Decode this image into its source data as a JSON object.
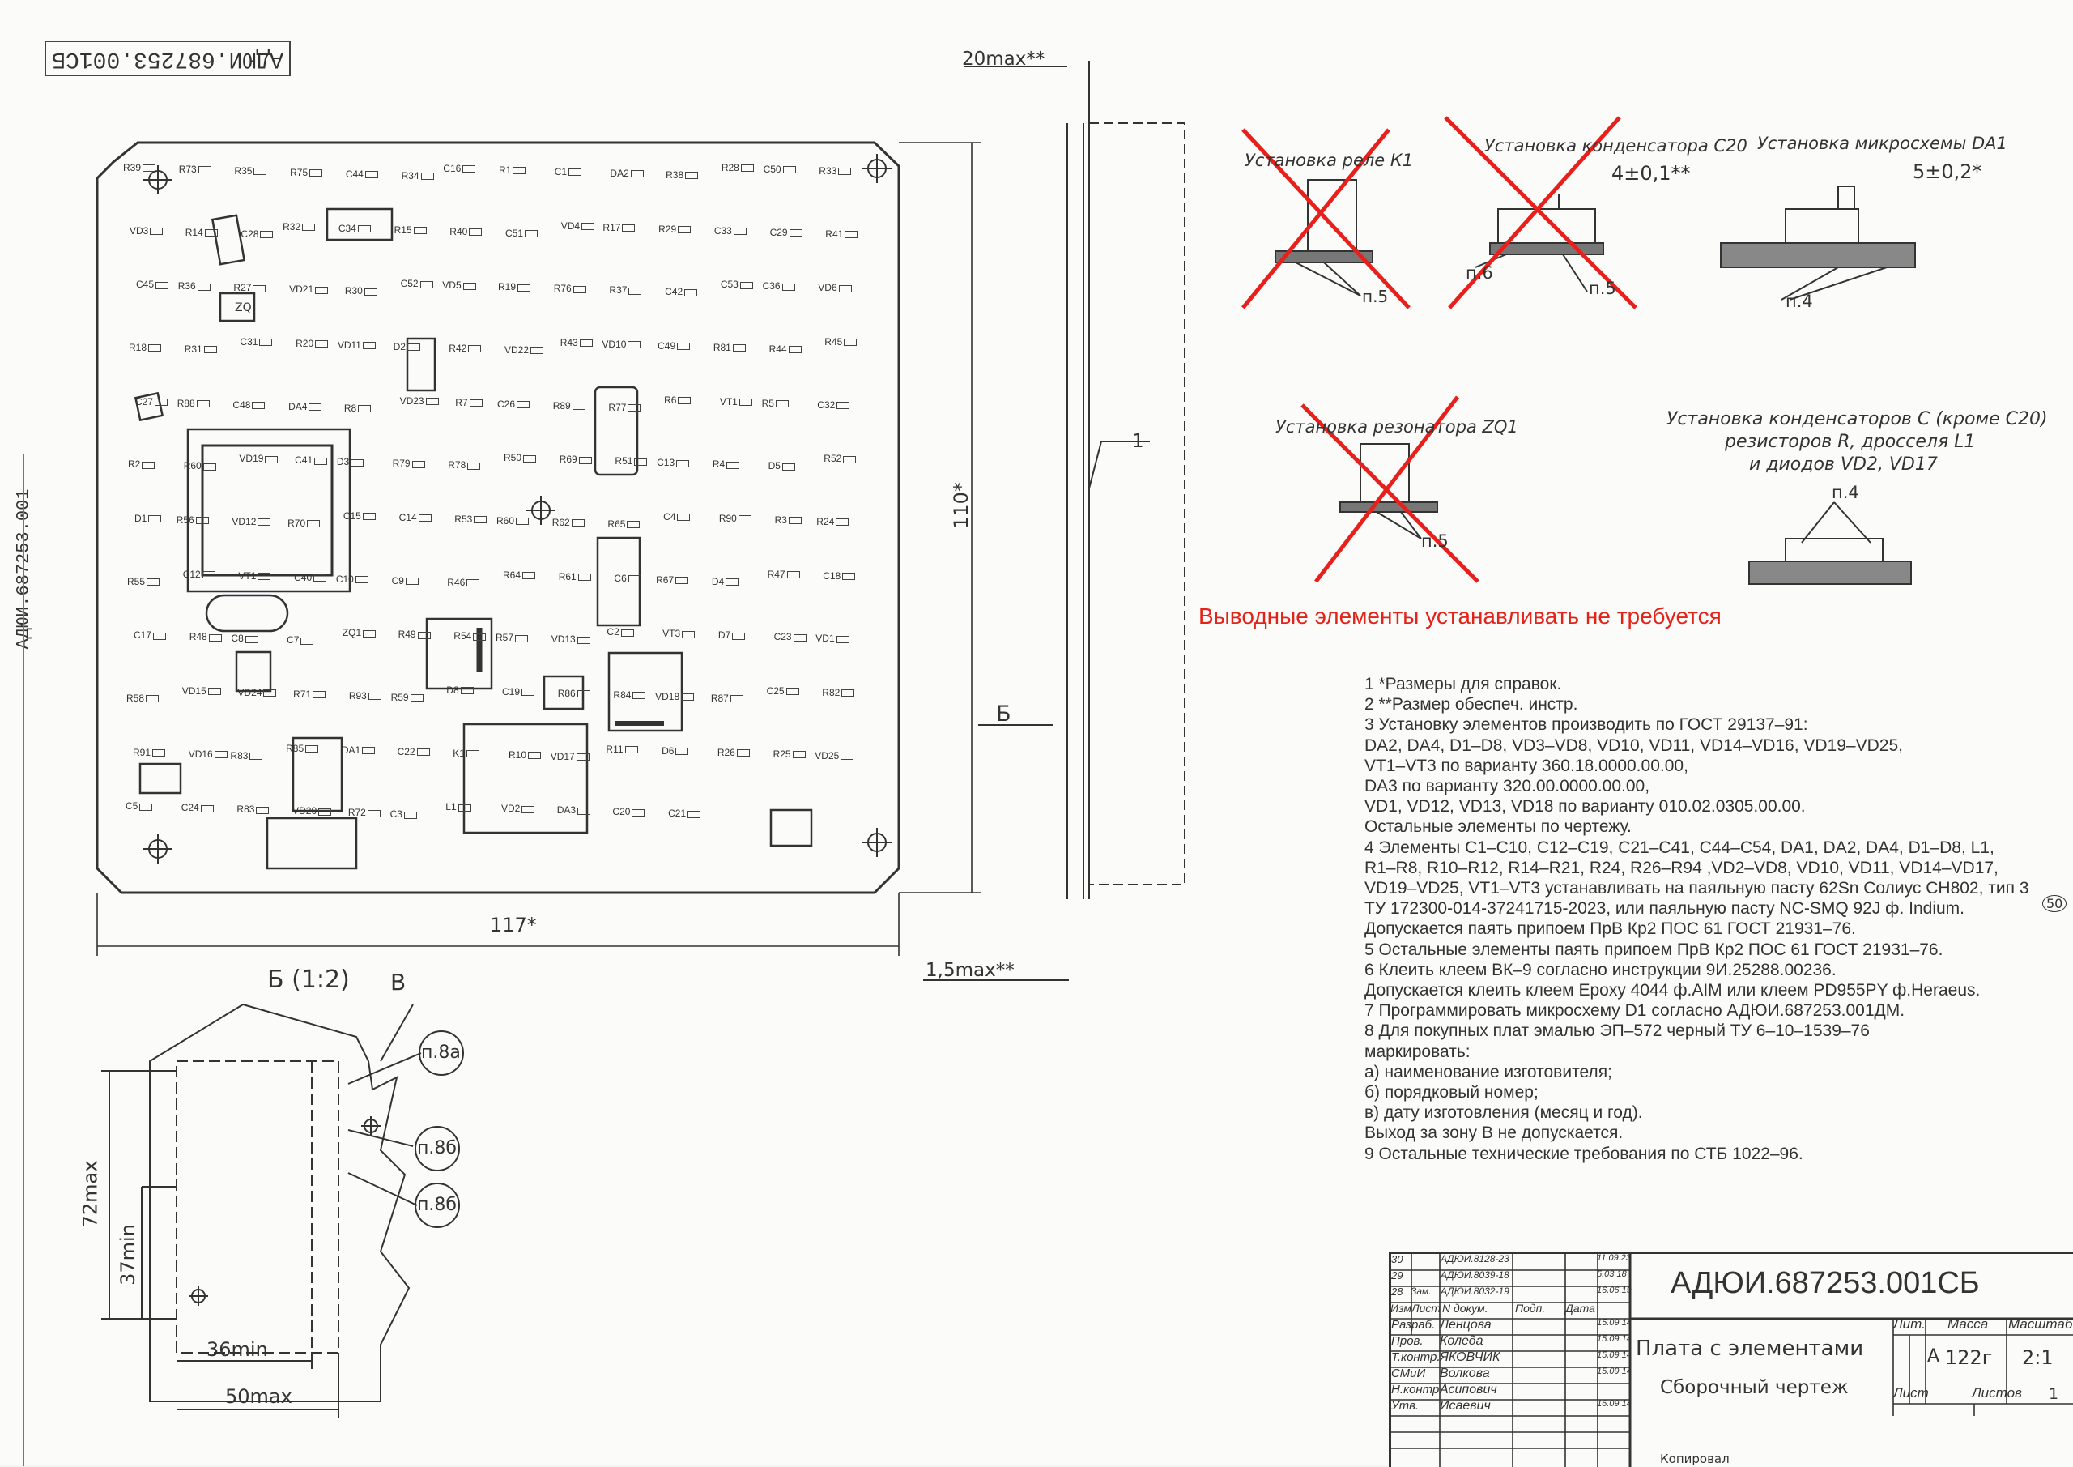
{
  "stamp_top": "АДЮИ.687253.001СБ",
  "side_code": "АДЮИ.687253.001",
  "board": {
    "dims": {
      "width": "117*",
      "height": "110*",
      "thickness_max": "20max**",
      "min_gap": "1,5max**"
    },
    "callout_1": "1",
    "section_mark": "Б",
    "components": [
      "R39",
      "R73",
      "R35",
      "R75",
      "C44",
      "R34",
      "C16",
      "R1",
      "C1",
      "DA2",
      "R38",
      "R28",
      "C50",
      "R33",
      "VD3",
      "R14",
      "C28",
      "R32",
      "C34",
      "R15",
      "R40",
      "C51",
      "VD4",
      "R17",
      "R29",
      "C33",
      "C29",
      "R41",
      "C45",
      "R36",
      "R27",
      "VD21",
      "R30",
      "C52",
      "VD5",
      "R19",
      "R76",
      "R37",
      "C42",
      "C53",
      "C36",
      "VD6",
      "R18",
      "R31",
      "C31",
      "R20",
      "VD11",
      "D2",
      "R42",
      "VD22",
      "R43",
      "VD10",
      "C49",
      "R81",
      "R44",
      "R45",
      "C27",
      "R88",
      "C48",
      "DA4",
      "R8",
      "VD23",
      "R7",
      "C26",
      "R89",
      "R77",
      "R6",
      "VT1",
      "R5",
      "C32",
      "R2",
      "R60",
      "VD19",
      "C41",
      "D3",
      "R79",
      "R78",
      "R50",
      "R69",
      "R51",
      "C13",
      "R4",
      "D5",
      "R52",
      "D1",
      "R56",
      "VD12",
      "R70",
      "C15",
      "C14",
      "R53",
      "R60",
      "R62",
      "R65",
      "C4",
      "R90",
      "R3",
      "R24",
      "R55",
      "C12",
      "VT1",
      "C40",
      "C10",
      "C9",
      "R46",
      "R64",
      "R61",
      "C6",
      "R67",
      "D4",
      "R47",
      "C18",
      "C17",
      "R48",
      "C8",
      "C7",
      "ZQ1",
      "R49",
      "R54",
      "R57",
      "VD13",
      "C2",
      "VT3",
      "D7",
      "C23",
      "VD1",
      "R58",
      "VD15",
      "VD24",
      "R71",
      "R93",
      "R59",
      "D8",
      "C19",
      "R86",
      "R84",
      "VD18",
      "R87",
      "C25",
      "R82",
      "R91",
      "VD16",
      "R83",
      "R85",
      "DA1",
      "C22",
      "K1",
      "R10",
      "VD17",
      "R11",
      "D6",
      "R26",
      "R25",
      "VD25",
      "C5",
      "C24",
      "R83",
      "VD20",
      "R72",
      "C3",
      "L1",
      "VD2",
      "DA3",
      "C20",
      "C21"
    ]
  },
  "detail": {
    "title": "Б (1:2)",
    "zone": "В",
    "callouts": [
      "п.8а",
      "п.8б",
      "п.8б"
    ],
    "dims": {
      "h_max": "72max",
      "h_min": "37min",
      "w_min": "36min",
      "w_max": "50max"
    }
  },
  "installs": [
    {
      "title": "Установка реле К1",
      "ref": "п.5",
      "crossed": true
    },
    {
      "title": "Установка конденсатора С20",
      "dim": "4±0,1**",
      "refs": [
        "п.6",
        "п.5"
      ],
      "crossed": true
    },
    {
      "title": "Установка микросхемы DA1",
      "dim": "5±0,2*",
      "ref": "п.4",
      "crossed": false
    },
    {
      "title": "Установка резонатора ZQ1",
      "ref": "п.5",
      "crossed": true
    },
    {
      "title": "Установка конденсаторов С (кроме С20)",
      "subtitle": "резисторов R, дросселя L1",
      "subtitle2": "и диодов VD2, VD17",
      "ref": "п.4",
      "crossed": false
    }
  ],
  "red_note": "Выводные элементы устанавливать не требуется",
  "notes": [
    "1 *Размеры для справок.",
    "2 **Размер обеспеч. инстр.",
    "3 Установку элементов производить по ГОСТ 29137–91:",
    "DA2, DA4, D1–D8, VD3–VD8, VD10, VD11, VD14–VD16, VD19–VD25,",
    "VT1–VT3 по варианту 360.18.0000.00.00,",
    "DA3 по варианту 320.00.0000.00.00,",
    "VD1, VD12, VD13, VD18 по варианту 010.02.0305.00.00.",
    "   Остальные элементы по чертежу.",
    "4 Элементы С1–С10, С12–С19, С21–С41, С44–С54, DA1, DA2, DA4, D1–D8, L1,",
    "R1–R8, R10–R12, R14–R21, R24, R26–R94 ,VD2–VD8, VD10, VD11, VD14–VD17,",
    "VD19–VD25, VT1–VT3 устанавливать на паяльную пасту 62Sn Солиус СН802, тип 3",
    "ТУ 172300-014-37241715-2023, или паяльную пасту NC-SMQ 92J ф. Indium.",
    "   Допускается паять припоем ПрВ Кр2 ПОС 61 ГОСТ 21931–76.",
    "5 Остальные элементы паять припоем ПрВ Кр2 ПОС 61 ГОСТ 21931–76.",
    "6 Клеить клеем ВК–9 согласно инструкции 9И.25288.00236.",
    "Допускается клеить клеем Epoxy 4044 ф.AIM или клеем PD955PY ф.Heraeus.",
    "7 Программировать микросхему D1 согласно АДЮИ.687253.001ДМ.",
    "8 Для покупных плат эмалью ЭП–572 черный ТУ 6–10–1539–76",
    "маркировать:",
    "а) наименование изготовителя;",
    "б) порядковый номер;",
    "в) дату изготовления (месяц и год).",
    "Выход за зону В не допускается.",
    "9 Остальные технические требования по СТБ 1022–96."
  ],
  "title_block": {
    "designation": "АДЮИ.687253.001СБ",
    "name_1": "Плата с элементами",
    "name_2": "Сборочный чертеж",
    "lit_label": "Лит.",
    "mass_label": "Масса",
    "scale_label": "Масштаб",
    "lit": "А",
    "mass": "122г",
    "scale": "2:1",
    "sheet_label": "Лист",
    "sheets_label": "Листов",
    "sheets": "1",
    "changes": [
      {
        "num": "30",
        "doc": "АДЮИ.8128-23",
        "date": "11.09.23"
      },
      {
        "num": "29",
        "doc": "АДЮИ.8039-18",
        "date": "5.03.18"
      },
      {
        "num": "28",
        "zone": "Зам.",
        "doc": "АДЮИ.8032-19",
        "date": "16.06.19"
      }
    ],
    "header_cols": [
      "Изм",
      "Лист",
      "N докум.",
      "Подп.",
      "Дата"
    ],
    "roles": [
      {
        "role": "Разраб.",
        "name": "Ленцова",
        "date": "15.09.14"
      },
      {
        "role": "Пров.",
        "name": "Коледа",
        "date": "15.09.14"
      },
      {
        "role": "Т.контр.",
        "name": "ЯКОВЧИК",
        "date": "15.09.14"
      },
      {
        "role": "СМиИ",
        "name": "Волкова",
        "date": "15.09.14"
      },
      {
        "role": "Н.контр.",
        "name": "Асипович",
        "date": ""
      },
      {
        "role": "Утв.",
        "name": "Исаевич",
        "date": "16.09.14"
      }
    ],
    "bottom_text": "Копировал",
    "side_mark": "50"
  },
  "colors": {
    "cross": "#e8201c",
    "red_note": "#e2231a",
    "line": "#3a3a3a"
  }
}
